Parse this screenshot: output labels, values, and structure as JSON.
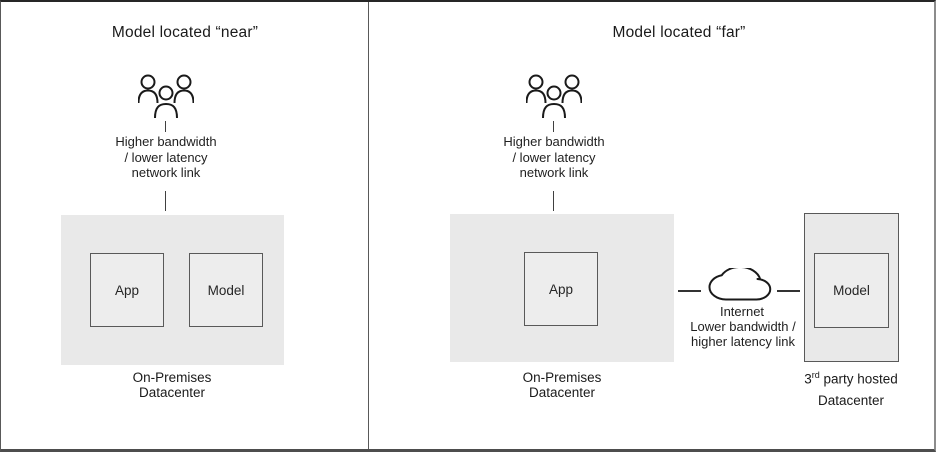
{
  "diagram": {
    "left_panel": {
      "title": "Model located “near”",
      "users_icon": "users-icon",
      "link_label": "Higher bandwidth\n/ lower latency\nnetwork link",
      "datacenter": {
        "boxes": [
          "App",
          "Model"
        ],
        "label": "On-Premises\nDatacenter"
      }
    },
    "right_panel": {
      "title": "Model located “far”",
      "users_icon": "users-icon",
      "link_label": "Higher bandwidth\n/ lower latency\nnetwork link",
      "on_prem_datacenter": {
        "boxes": [
          "App"
        ],
        "label": "On-Premises\nDatacenter"
      },
      "internet": {
        "icon": "cloud-icon",
        "label": "Internet",
        "link_label": "Lower bandwidth /\nhigher latency link"
      },
      "third_party_datacenter": {
        "boxes": [
          "Model"
        ],
        "label_prefix": "3",
        "label_superscript": "rd",
        "label_suffix": " party hosted",
        "label_line2": "Datacenter"
      }
    },
    "colors": {
      "datacenter_fill": "#e9e9e9",
      "node_fill": "#ededed",
      "node_border": "#595959",
      "line": "#404040",
      "text": "#1f1f1f"
    }
  }
}
